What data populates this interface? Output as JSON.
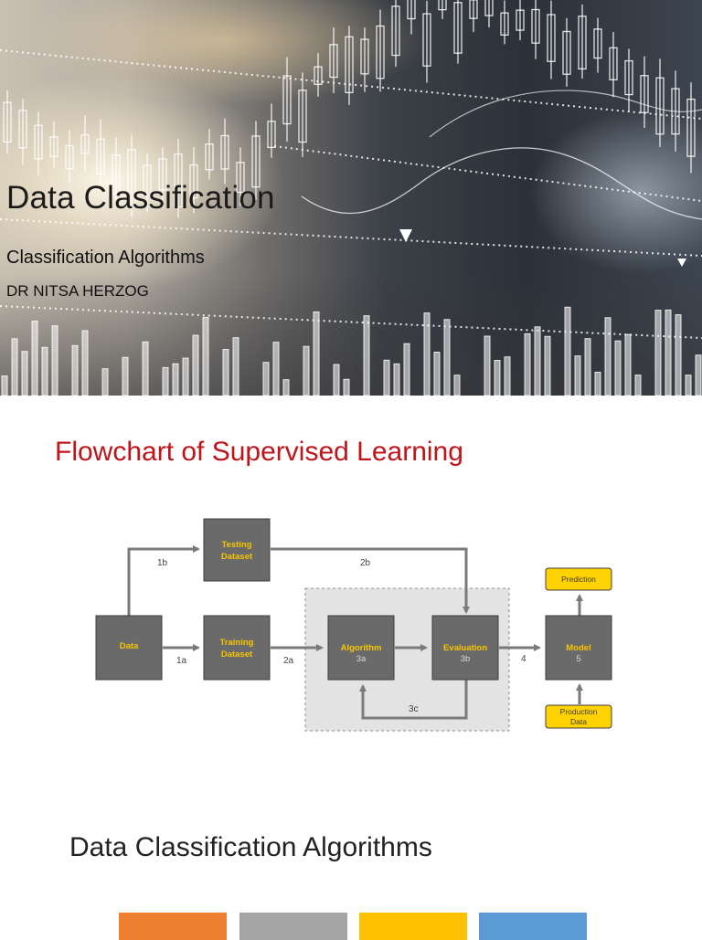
{
  "slide1": {
    "title": "Data Classification",
    "subtitle": "Classification Algorithms",
    "author": "DR NITSA HERZOG"
  },
  "slide2": {
    "title": "Flowchart of Supervised Learning",
    "nodes": {
      "data": "Data",
      "testing_line1": "Testing",
      "testing_line2": "Dataset",
      "training_line1": "Training",
      "training_line2": "Dataset",
      "algorithm": "Algorithm",
      "algorithm_num": "3a",
      "evaluation": "Evaluation",
      "evaluation_num": "3b",
      "model": "Model",
      "model_num": "5",
      "prediction": "Prediction",
      "production_line1": "Production",
      "production_line2": "Data"
    },
    "edge_labels": {
      "e1b": "1b",
      "e2b": "2b",
      "e1a": "1a",
      "e2a": "2a",
      "e3c": "3c",
      "e4": "4"
    },
    "colors": {
      "box": "#6a6a6a",
      "yellow_text": "#f7c600",
      "yellow_box": "#ffd200",
      "arrow": "#7a7a7a",
      "title": "#c0141b"
    }
  },
  "slide3": {
    "title": "Data Classification Algorithms",
    "swatch_colors": [
      "#ed7d31",
      "#a5a5a5",
      "#ffc000",
      "#5b9bd5"
    ]
  }
}
